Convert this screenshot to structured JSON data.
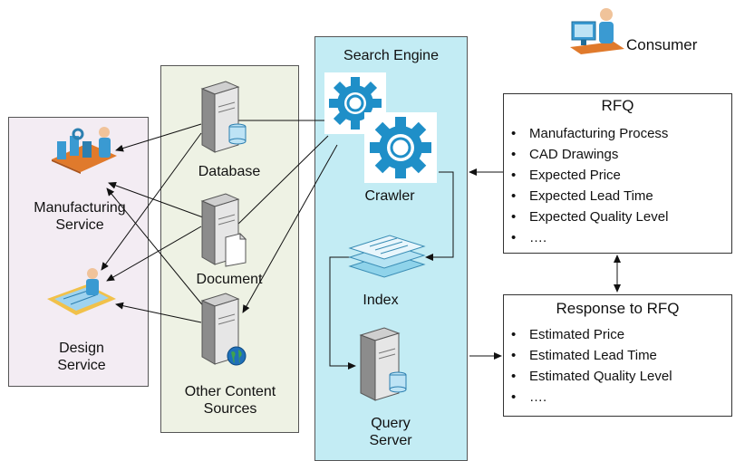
{
  "services": {
    "manufacturing": {
      "line1": "Manufacturing",
      "line2": "Service"
    },
    "design": {
      "line1": "Design",
      "line2": "Service"
    }
  },
  "sources": {
    "database": "Database",
    "document": "Document",
    "other": {
      "line1": "Other Content",
      "line2": "Sources"
    }
  },
  "engine": {
    "title": "Search Engine",
    "crawler": "Crawler",
    "index": "Index",
    "query": {
      "line1": "Query",
      "line2": "Server"
    }
  },
  "consumer": "Consumer",
  "rfq": {
    "title": "RFQ",
    "items": [
      "Manufacturing Process",
      "CAD Drawings",
      "Expected Price",
      "Expected Lead Time",
      "Expected Quality Level",
      "…."
    ]
  },
  "response": {
    "title": "Response to RFQ",
    "items": [
      "Estimated Price",
      "Estimated Lead Time",
      "Estimated Quality Level",
      "…."
    ]
  },
  "colors": {
    "services_panel": "#f3ecf3",
    "sources_panel": "#eef2e4",
    "engine_panel": "#c3ecf4",
    "gear": "#1f8fc8",
    "server": "#8c8c8c"
  },
  "icons": [
    "worker-icon",
    "designer-icon",
    "server-icon",
    "gear-icon",
    "documents-icon",
    "globe-icon",
    "consumer-icon"
  ]
}
